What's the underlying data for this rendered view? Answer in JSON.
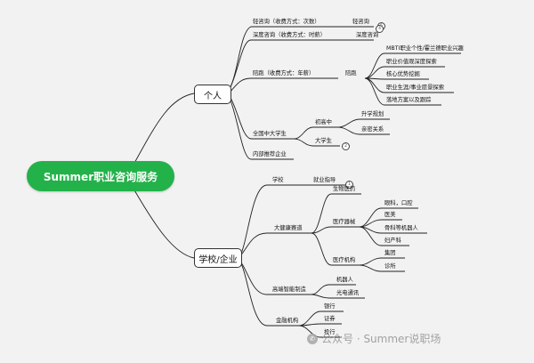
{
  "root": "Summer职业咨询服务",
  "branches": {
    "personal": "个人",
    "school": "学校/企业"
  },
  "personal": {
    "light": {
      "label": "轻咨询（收费方式：次数）",
      "tag": "轻咨询",
      "badge": "5"
    },
    "deep": {
      "label": "深度咨询（收费方式：时薪）",
      "tag": "深度咨询",
      "badge": "4"
    },
    "path": {
      "label": "陪跑（收费方式：年薪）",
      "tag": "陪跑",
      "items": [
        "MBTI职业个性/霍兰德职业兴趣",
        "职业价值观深度探索",
        "核心优势挖掘",
        "职业生涯/事业愿景探索",
        "落地方案以及跟踪"
      ]
    },
    "students": {
      "label": "全国中大学生",
      "middle": {
        "label": "初高中",
        "items": [
          "升学规划",
          "亲密关系"
        ]
      },
      "college": {
        "label": "大学生",
        "badge": "2"
      }
    },
    "referral": "内部推荐企业"
  },
  "school": {
    "school_item": {
      "label": "学校",
      "child": "就业指导",
      "badge": "1"
    },
    "health": {
      "label": "大健康赛道",
      "bio": "生物医药",
      "device": {
        "label": "医疗器械",
        "items": [
          "眼科，口腔",
          "医美",
          "骨科等机器人",
          "妇产科"
        ]
      },
      "institution": {
        "label": "医疗机构",
        "items": [
          "集团",
          "诊所"
        ]
      }
    },
    "manufacturing": {
      "label": "高端智能制造",
      "items": [
        "机器人",
        "光电通讯"
      ]
    },
    "finance": {
      "label": "金融机构",
      "items": [
        "银行",
        "证券",
        "投行"
      ]
    }
  },
  "watermark": {
    "icon": "wechat-icon",
    "text": "公众号 · Summer说职场"
  },
  "colors": {
    "root": "#23b24a",
    "background": "#f2f2f2"
  }
}
